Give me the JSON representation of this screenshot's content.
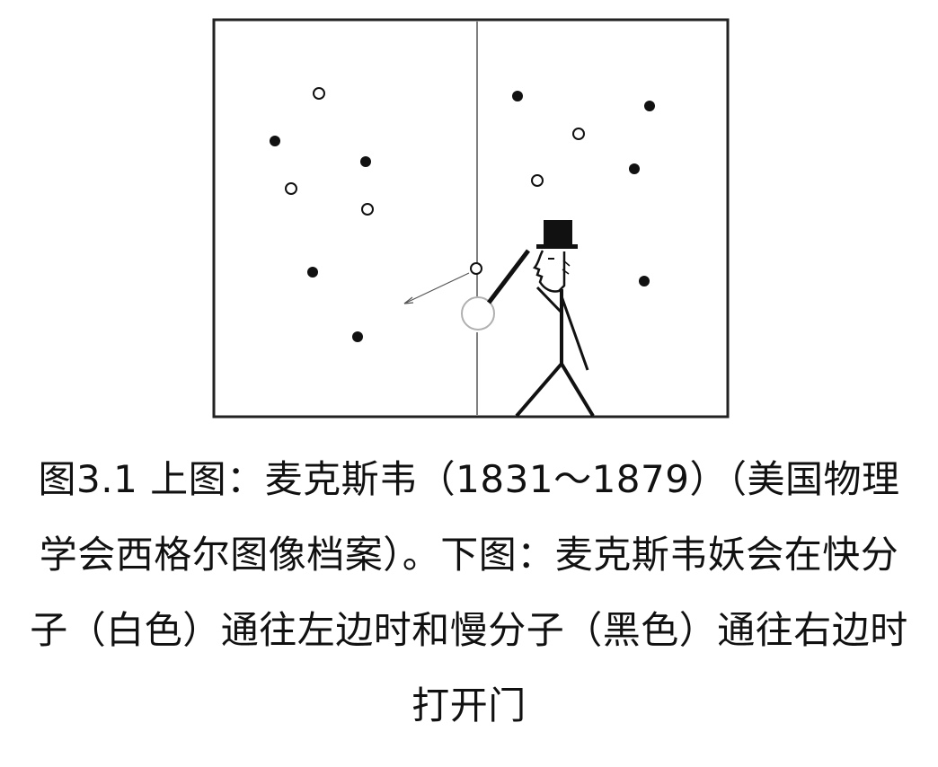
{
  "colors": {
    "ink": "#111111",
    "background": "#ffffff",
    "frame": "#222222",
    "door": "#cfcfcf"
  },
  "diagram": {
    "left_chamber_molecules": [
      {
        "kind": "fast",
        "fill": "white"
      },
      {
        "kind": "slow",
        "fill": "black"
      },
      {
        "kind": "slow",
        "fill": "black"
      },
      {
        "kind": "fast",
        "fill": "white"
      },
      {
        "kind": "fast",
        "fill": "white"
      },
      {
        "kind": "slow",
        "fill": "black"
      },
      {
        "kind": "slow",
        "fill": "black"
      },
      {
        "kind": "fast",
        "fill": "white"
      }
    ],
    "right_chamber_molecules": [
      {
        "kind": "slow",
        "fill": "black"
      },
      {
        "kind": "slow",
        "fill": "black"
      },
      {
        "kind": "fast",
        "fill": "white"
      },
      {
        "kind": "slow",
        "fill": "black"
      },
      {
        "kind": "fast",
        "fill": "white"
      },
      {
        "kind": "slow",
        "fill": "black"
      }
    ],
    "figure_icon": "maxwell-demon-stick-figure-icon",
    "door_icon": "trapdoor-icon"
  },
  "caption": {
    "text": "图3.1 上图：麦克斯韦（1831～1879）（美国物理学会西格尔图像档案）。下图：麦克斯韦妖会在快分子（白色）通往左边时和慢分子（黑色）通往右边时打开门"
  }
}
